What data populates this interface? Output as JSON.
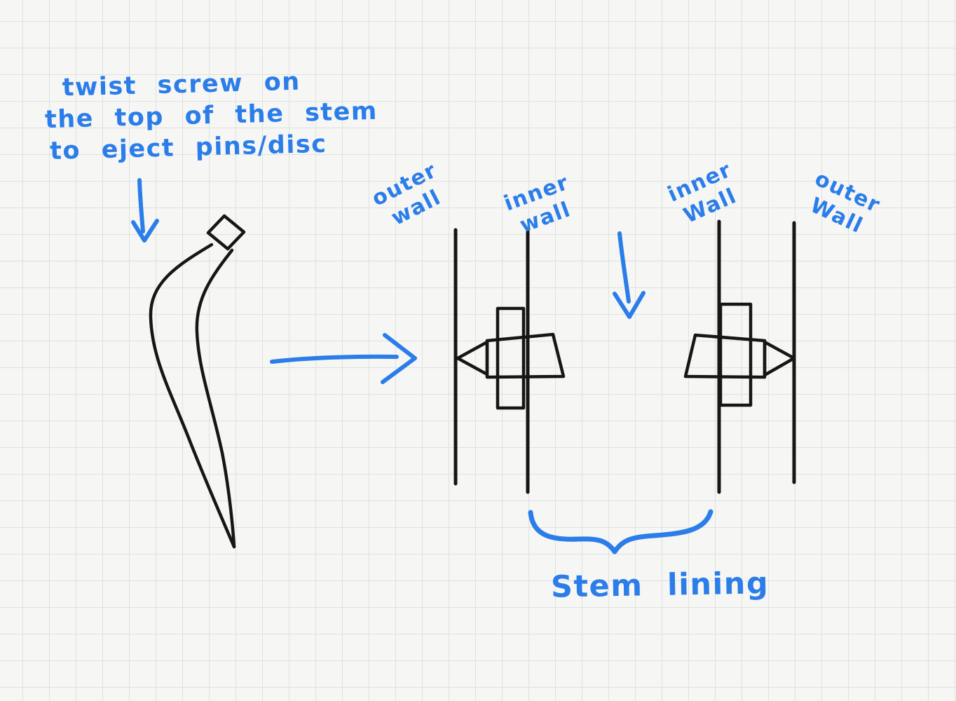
{
  "colors": {
    "ink_blue": "#2b7de9",
    "ink_black": "#161616",
    "paper": "#f6f6f4",
    "grid": "#dfe2df"
  },
  "note": {
    "line1": "twist screw on",
    "line2": "the top of the stem",
    "line3": "to eject pins/disc"
  },
  "wall_labels": {
    "left_outer": {
      "line1": "outer",
      "line2": "wall"
    },
    "left_inner": {
      "line1": "inner",
      "line2": "wall"
    },
    "right_inner": {
      "line1": "inner",
      "line2": "Wall"
    },
    "right_outer": {
      "line1": "outer",
      "line2": "Wall"
    }
  },
  "stem_lining_label": "Stem lining",
  "drawing_elements": [
    "note-down-arrow",
    "stem-sketch",
    "right-arrow",
    "left-outer-wall-line",
    "left-inner-wall-line",
    "left-pin-assembly",
    "right-inner-wall-line",
    "right-outer-wall-line",
    "right-pin-assembly",
    "mid-down-arrow",
    "stem-lining-brace"
  ]
}
